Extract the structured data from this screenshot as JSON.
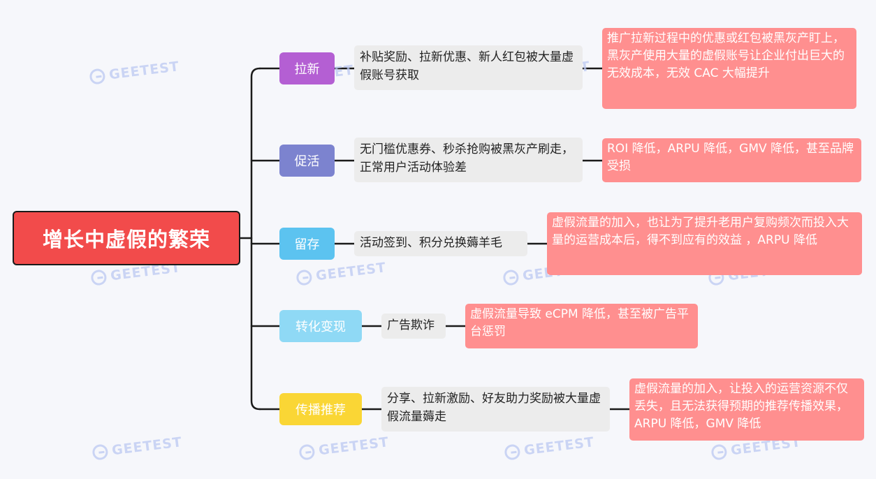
{
  "watermark": "GEETEST",
  "root": {
    "label": "增长中虚假的繁荣",
    "color": "#f24b4b"
  },
  "branches": [
    {
      "label": "拉新",
      "color": "#b45fd3",
      "desc": "补贴奖励、拉新优惠、新人红包被大量虚假账号获取",
      "impact": "推广拉新过程中的优惠或红包被黑灰产盯上，黑灰产使用大量的虚假账号让企业付出巨大的无效成本，无效 CAC 大幅提升"
    },
    {
      "label": "促活",
      "color": "#7c83cf",
      "desc": "无门槛优惠券、秒杀抢购被黑灰产刷走，正常用户活动体验差",
      "impact": "ROI 降低，ARPU 降低，GMV 降低，甚至品牌受损"
    },
    {
      "label": "留存",
      "color": "#5cc3f0",
      "desc": "活动签到、积分兑换薅羊毛",
      "impact": "虚假流量的加入，也让为了提升老用户复购频次而投入大量的运营成本后，得不到应有的效益 ，ARPU 降低"
    },
    {
      "label": "转化变现",
      "color": "#8fd9f5",
      "desc": "广告欺诈",
      "impact": "虚假流量导致 eCPM 降低，甚至被广告平台惩罚"
    },
    {
      "label": "传播推荐",
      "color": "#fad635",
      "desc": "分享、拉新激励、好友助力奖励被大量虚假流量薅走",
      "impact": "虚假流量的加入，让投入的运营资源不仅丢失，且无法获得预期的推荐传播效果，ARPU 降低，GMV 降低"
    }
  ]
}
